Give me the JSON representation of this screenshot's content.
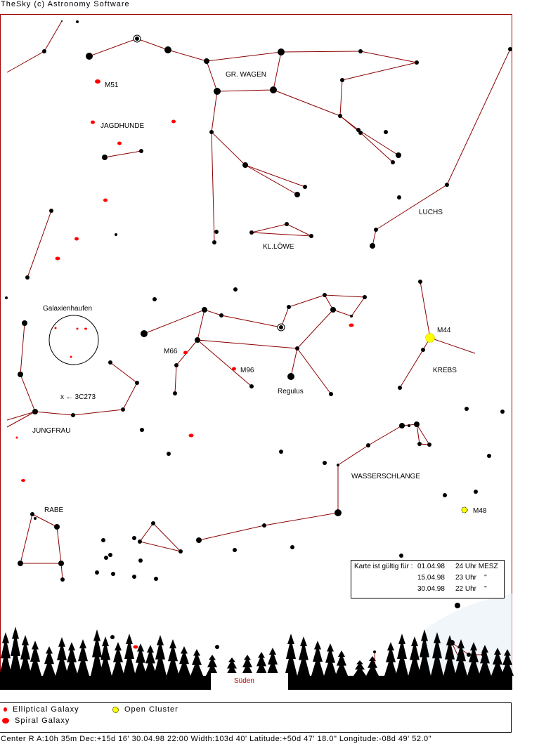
{
  "title": "TheSky (c) Astronomy Software",
  "labels": {
    "m51": "M51",
    "jagdhunde": "JAGDHUNDE",
    "gr_wagen": "GR. WAGEN",
    "luchs": "LUCHS",
    "kl_loewe": "KL.LÖWE",
    "galaxienhaufen": "Galaxienhaufen",
    "m66": "M66",
    "m96": "M96",
    "regulus": "Regulus",
    "m44": "M44",
    "krebs": "KREBS",
    "quasar": "x ← 3C273",
    "jungfrau": "JUNGFRAU",
    "wasserschlange": "WASSERSCHLANGE",
    "rabe": "RABE",
    "m48": "M48",
    "sueden": "Süden"
  },
  "validity": {
    "label": "Karte ist gültig für :",
    "rows": [
      {
        "date": "01.04.98",
        "time": "24 Uhr MESZ"
      },
      {
        "date": "15.04.98",
        "time": "23 Uhr    \""
      },
      {
        "date": "30.04.98",
        "time": "22 Uhr    \""
      }
    ]
  },
  "legend": {
    "elliptical": "Elliptical Galaxy",
    "spiral": "Spiral Galaxy",
    "open_cluster": "Open Cluster"
  },
  "status": "Center R A:10h 35m   Dec:+15d 16' 30.04.98 22:00  Width:103d 40'    Latitude:+50d 47' 18.0\"   Longitude:-08d 49' 52.0\"",
  "colors": {
    "frame": "#a00000",
    "lines": "#8b0000",
    "galaxy": "#ff0000",
    "cluster": "#ffff00"
  }
}
